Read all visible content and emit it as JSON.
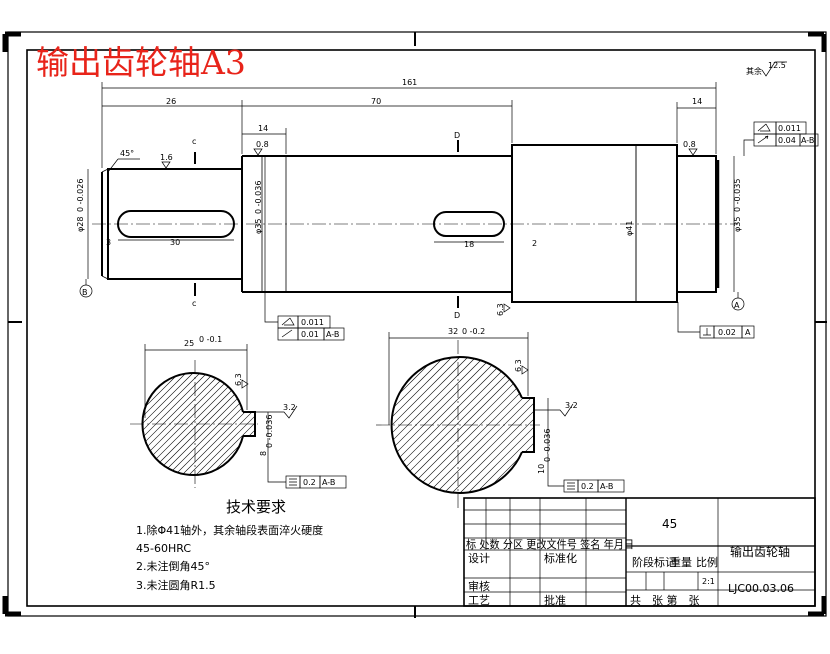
{
  "title": "输出齿轮轴A3",
  "roughness_other": "其余",
  "roughness_other_value": "12.5",
  "dims": {
    "overall_length": "161",
    "left_segment": "26",
    "middle_segment": "70",
    "right_segment": "14",
    "shoulder_width": "14",
    "keyway_left_length": "30",
    "keyway_right_length": "18",
    "left_offset": "3",
    "right_offset": "2",
    "chamfer": "45°",
    "dia_left": "φ28",
    "dia_left_tol": "0 -0.026",
    "dia_mid": "φ35",
    "dia_mid_tol": "0 -0.036",
    "dia_gear": "φ41",
    "dia_right": "φ35",
    "dia_right_tol": "0 -0.035",
    "section_c_width": "25",
    "section_c_tol": "0 -0.1",
    "section_c_key": "8",
    "section_c_key_tol": "0 -0.036",
    "section_d_width": "32",
    "section_d_tol": "0 -0.2",
    "section_d_key": "10",
    "section_d_key_tol": "0 -0.036"
  },
  "roughness": {
    "r1": "1.6",
    "r2": "0.8",
    "r3": "0.8",
    "r4": "6.3",
    "r5": "6.3",
    "r6": "3.2",
    "r7": "6.3",
    "r8": "3.2"
  },
  "section_marks": {
    "c": "c",
    "d": "D"
  },
  "datum": {
    "a": "A",
    "b": "B"
  },
  "tolerance": {
    "right_top_1": "0.011",
    "right_top_2": "0.04",
    "right_top_ref": "A-B",
    "mid_1": "0.011",
    "mid_2": "0.01",
    "mid_ref": "A-B",
    "perp_value": "0.02",
    "perp_ref": "A",
    "sym_c_value": "0.2",
    "sym_c_ref": "A-B",
    "sym_d_value": "0.2",
    "sym_d_ref": "A-B"
  },
  "tech": {
    "heading": "技术要求",
    "line1": "1.除Φ41轴外，其余轴段表面淬火硬度",
    "line2": "45-60HRC",
    "line3": "2.未注倒角45°",
    "line4": "3.未注圆角R1.5"
  },
  "titleblock": {
    "material": "45",
    "part_name": "输出齿轮轴",
    "revision_row": "标 处数 分区 更改文件号 签名 年月日",
    "design": "设计",
    "standardize": "标准化",
    "stage_mark": "阶段标记",
    "weight": "重量",
    "scale": "比例",
    "scale_value": "2:1",
    "review": "审核",
    "process": "工艺",
    "approve": "批准",
    "sheets": "共　张 第　张",
    "drawing_no": "LJC00.03.06"
  }
}
